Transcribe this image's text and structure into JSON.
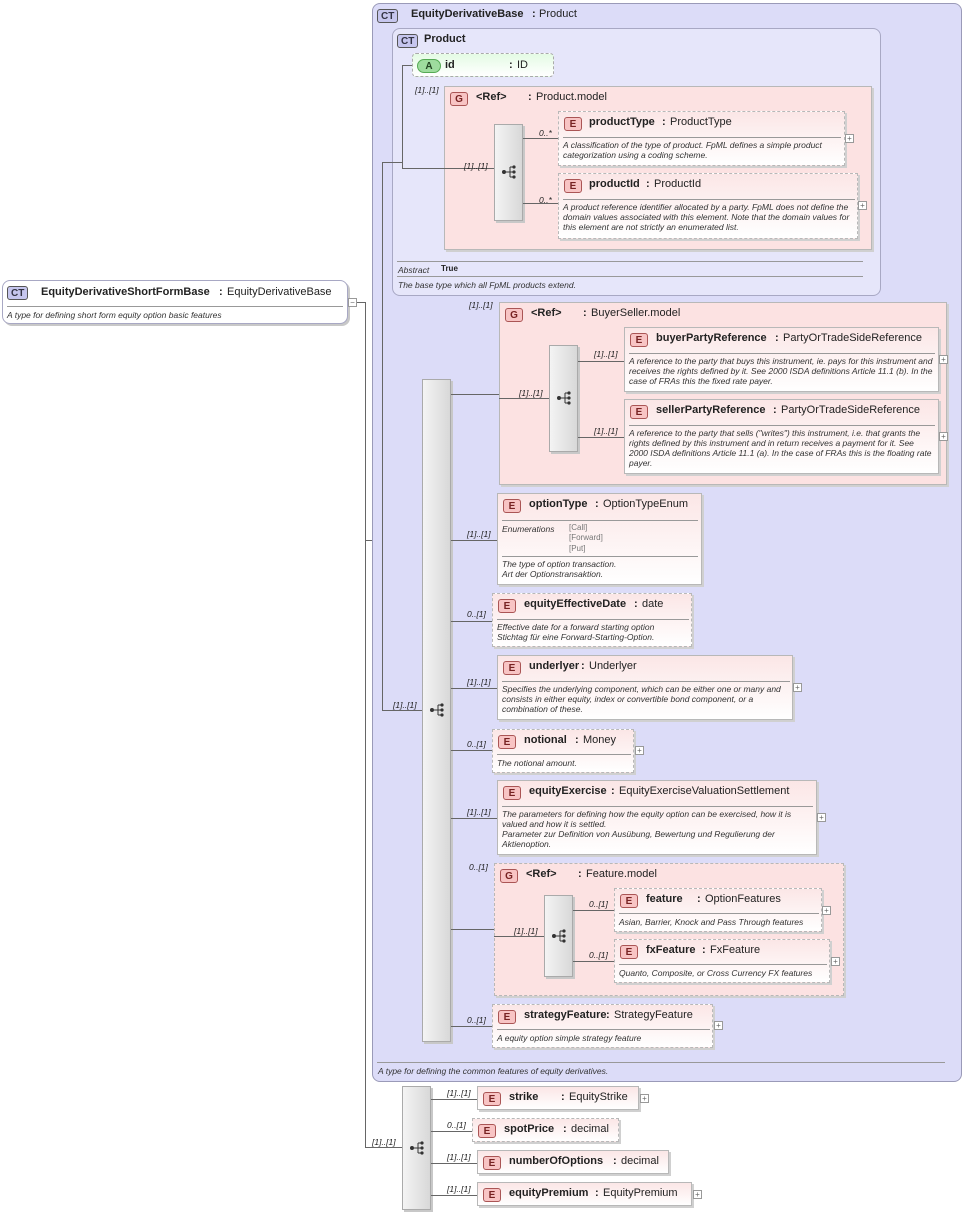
{
  "left_type": {
    "badge": "CT",
    "name": "EquityDerivativeShortFormBase",
    "base": "EquityDerivativeBase",
    "description": "A type for defining short form equity option basic features"
  },
  "outer_type": {
    "badge": "CT",
    "name": "EquityDerivativeBase",
    "base": "Product",
    "description": "A type for defining the common features of equity derivatives."
  },
  "product": {
    "badge": "CT",
    "name": "Product",
    "attr_badge": "A",
    "attr_name": "id",
    "attr_type": "ID",
    "abstract_label": "Abstract",
    "abstract_value": "True",
    "description": "The base type which all FpML products extend.",
    "group_card": "[1]..[1]",
    "group_name": "<Ref>",
    "group_type": "Product.model",
    "seq_card": "[1]..[1]",
    "items": [
      {
        "card": "0..*",
        "name": "productType",
        "type": "ProductType",
        "desc": "A classification of the type of product. FpML defines a simple product categorization using a coding scheme."
      },
      {
        "card": "0..*",
        "name": "productId",
        "type": "ProductId",
        "desc": "A product reference identifier allocated by a party. FpML does not define the domain values associated with this element. Note that the domain values for this element are not strictly an enumerated list."
      }
    ]
  },
  "main_seq_card": "[1]..[1]",
  "buyer_seller": {
    "card": "[1]..[1]",
    "name": "<Ref>",
    "type": "BuyerSeller.model",
    "seq_card": "[1]..[1]",
    "items": [
      {
        "card": "[1]..[1]",
        "name": "buyerPartyReference",
        "type": "PartyOrTradeSideReference",
        "desc": "A reference to the party that buys this instrument, ie. pays for this instrument and receives the rights defined by it. See 2000 ISDA definitions Article 11.1 (b). In the case of FRAs this the fixed rate payer."
      },
      {
        "card": "[1]..[1]",
        "name": "sellerPartyReference",
        "type": "PartyOrTradeSideReference",
        "desc": "A reference to the party that sells (\"writes\") this instrument, i.e. that grants the rights defined by this instrument and in return receives a payment for it. See 2000 ISDA definitions Article 11.1 (a). In the case of FRAs this is the floating rate payer."
      }
    ]
  },
  "option_type": {
    "card": "[1]..[1]",
    "name": "optionType",
    "type": "OptionTypeEnum",
    "enum_label": "Enumerations",
    "enums": [
      "[Call]",
      "[Forward]",
      "[Put]"
    ],
    "desc": "The type of option transaction.\nArt der Optionstransaktion."
  },
  "elements": [
    {
      "card": "0..[1]",
      "name": "equityEffectiveDate",
      "type": "date",
      "desc": "Effective date for a forward starting option\nStichtag für eine Forward-Starting-Option."
    },
    {
      "card": "[1]..[1]",
      "name": "underlyer",
      "type": "Underlyer",
      "desc": "Specifies the underlying component, which can be either one or many and consists in either equity, index or convertible bond component, or a combination of these."
    },
    {
      "card": "0..[1]",
      "name": "notional",
      "type": "Money",
      "desc": "The notional amount."
    },
    {
      "card": "[1]..[1]",
      "name": "equityExercise",
      "type": "EquityExerciseValuationSettlement",
      "desc": "The parameters for defining how the equity option can be exercised, how it is valued and how it is settled.\nParameter zur Definition von Ausübung, Bewertung und Regulierung der Aktienoption."
    }
  ],
  "feature_model": {
    "card": "0..[1]",
    "name": "<Ref>",
    "type": "Feature.model",
    "seq_card": "[1]..[1]",
    "items": [
      {
        "card": "0..[1]",
        "name": "feature",
        "type": "OptionFeatures",
        "desc": "Asian, Barrier, Knock and Pass Through features"
      },
      {
        "card": "0..[1]",
        "name": "fxFeature",
        "type": "FxFeature",
        "desc": "Quanto, Composite, or Cross Currency FX features"
      }
    ]
  },
  "strategy": {
    "card": "0..[1]",
    "name": "strategyFeature",
    "type": "StrategyFeature",
    "desc": "A equity option simple strategy feature"
  },
  "ext_seq_card": "[1]..[1]",
  "ext_items": [
    {
      "card": "[1]..[1]",
      "name": "strike",
      "type": "EquityStrike"
    },
    {
      "card": "0..[1]",
      "name": "spotPrice",
      "type": "decimal"
    },
    {
      "card": "[1]..[1]",
      "name": "numberOfOptions",
      "type": "decimal"
    },
    {
      "card": "[1]..[1]",
      "name": "equityPremium",
      "type": "EquityPremium"
    }
  ],
  "badge_e": "E",
  "badge_g": "G",
  "colon": ":",
  "expand": "+",
  "collapse": "−"
}
